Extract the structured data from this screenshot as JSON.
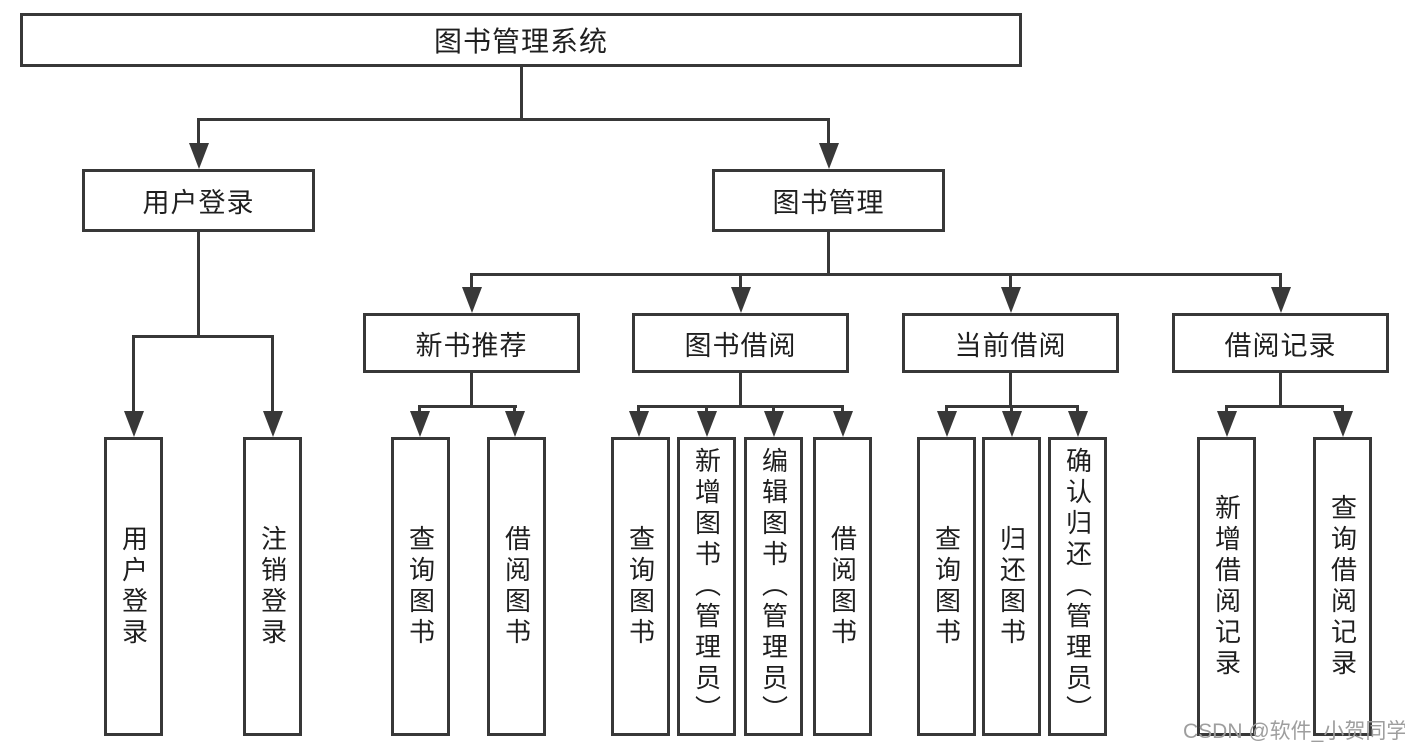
{
  "diagram": {
    "title_node": "图书管理系统",
    "level2": {
      "user_login": "用户登录",
      "book_management": "图书管理"
    },
    "level3": {
      "new_book_recommend": "新书推荐",
      "book_borrowing": "图书借阅",
      "current_borrowing": "当前借阅",
      "borrowing_records": "借阅记录"
    },
    "leaves": {
      "user_login": [
        "用户登录",
        "注销登录"
      ],
      "new_book_recommend": [
        "查询图书",
        "借阅图书"
      ],
      "book_borrowing": [
        "查询图书",
        "新增图书（管理员）",
        "编辑图书（管理员）",
        "借阅图书"
      ],
      "current_borrowing": [
        "查询图书",
        "归还图书",
        "确认归还（管理员）"
      ],
      "borrowing_records": [
        "新增借阅记录",
        "查询借阅记录"
      ]
    },
    "watermark": "CSDN @软件_小贺同学",
    "colors": {
      "line": "#383838",
      "text": "#1f1f1f",
      "watermark": "#9e9e9e",
      "background": "#ffffff"
    }
  }
}
